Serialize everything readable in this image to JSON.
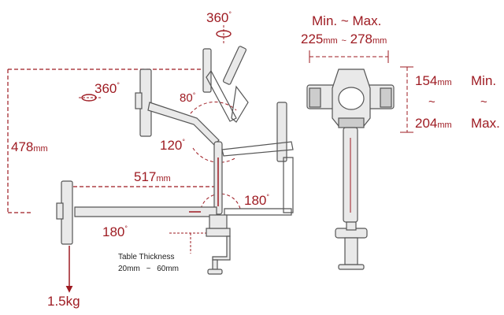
{
  "colors": {
    "accent": "#9e1b22",
    "line": "#555555",
    "fill": "#e9e9e9"
  },
  "side_view": {
    "top_rotation": {
      "value": "360",
      "mark": "°"
    },
    "left_rotation": {
      "value": "360",
      "mark": "°"
    },
    "tilt": {
      "value": "80",
      "mark": "°"
    },
    "elbow": {
      "value": "120",
      "mark": "°"
    },
    "base_swivel": {
      "value": "180",
      "mark": "°"
    },
    "bottom_swivel": {
      "value": "180",
      "mark": "°"
    },
    "height": {
      "value": "478",
      "unit": "mm"
    },
    "reach": {
      "value": "517",
      "unit": "mm"
    },
    "load": "1.5kg",
    "table_thickness": {
      "title": "Table Thickness",
      "min": "20mm",
      "sep": "~",
      "max": "60mm"
    }
  },
  "front_view": {
    "width_title": "Min. ~ Max.",
    "width_min": {
      "value": "225",
      "unit": "mm"
    },
    "width_sep": "~",
    "width_max": {
      "value": "278",
      "unit": "mm"
    },
    "height_min": {
      "value": "154",
      "unit": "mm"
    },
    "height_max": {
      "value": "204",
      "unit": "mm"
    },
    "height_sep": "~",
    "min_label": "Min.",
    "max_label": "Max."
  }
}
